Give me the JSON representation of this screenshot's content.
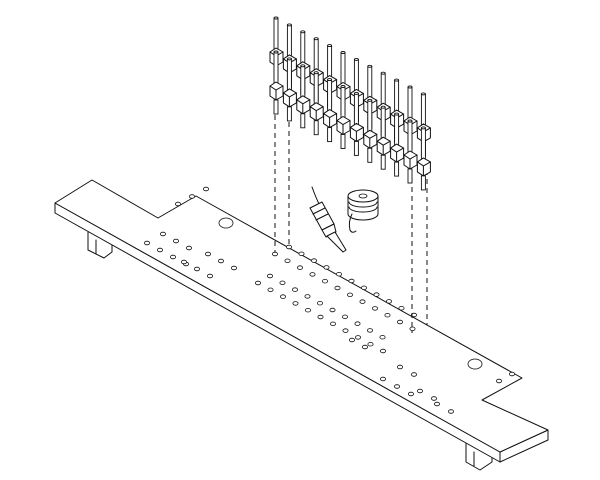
{
  "diagram": {
    "subject": "pcb-header-soldering-assembly",
    "stroke_color": "#111111",
    "background_color": "#ffffff",
    "parts": [
      "circuit-board",
      "pin-header-upper",
      "pin-header-lower",
      "soldering-iron",
      "solder-spool"
    ],
    "icons": [
      "soldering-iron-icon",
      "solder-spool-icon"
    ],
    "header_pin_count": 12,
    "header_rows": 2
  }
}
